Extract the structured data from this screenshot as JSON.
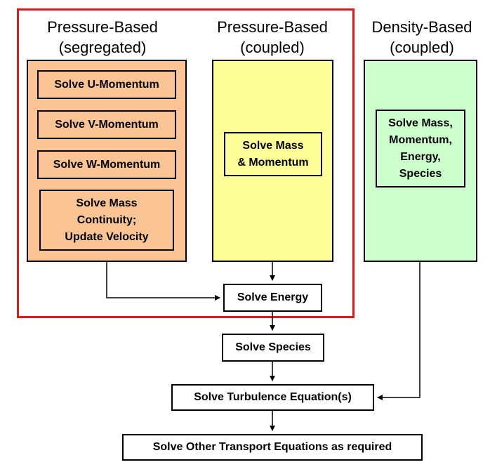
{
  "columns": {
    "segregated": {
      "title_line1": "Pressure-Based",
      "title_line2": "(segregated)",
      "steps": [
        "Solve U-Momentum",
        "Solve V-Momentum",
        "Solve W-Momentum"
      ],
      "continuity": {
        "line1": "Solve Mass",
        "line2": "Continuity;",
        "line3": "Update Velocity"
      },
      "color": "#fbc495"
    },
    "pressure_coupled": {
      "title_line1": "Pressure-Based",
      "title_line2": "(coupled)",
      "step": {
        "line1": "Solve Mass",
        "line2": "& Momentum"
      },
      "color": "#ffff9a"
    },
    "density_coupled": {
      "title_line1": "Density-Based",
      "title_line2": "(coupled)",
      "step": {
        "line1": "Solve Mass,",
        "line2": "Momentum,",
        "line3": "Energy,",
        "line4": "Species"
      },
      "color": "#ccffcc"
    }
  },
  "flow": {
    "energy": "Solve Energy",
    "species": "Solve Species",
    "turbulence": "Solve Turbulence Equation(s)",
    "other": "Solve Other Transport Equations as required"
  },
  "colors": {
    "highlight_frame": "#e0171c"
  }
}
